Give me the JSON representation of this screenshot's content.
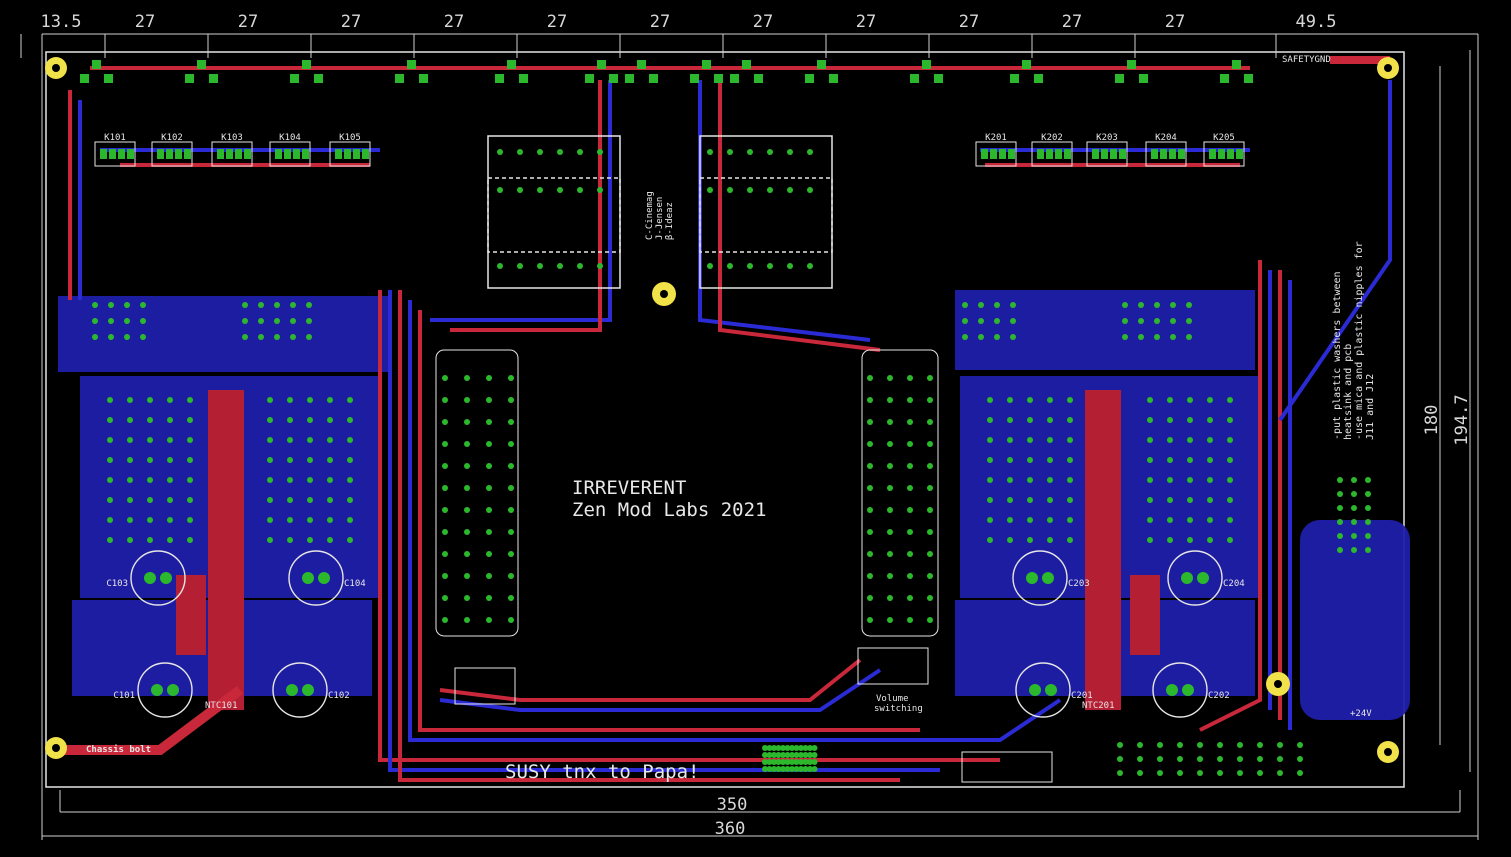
{
  "board": {
    "title_line1": "IRREVERENT",
    "title_line2": "Zen Mod Labs 2021",
    "dedication": "SUSY tnx to Papa!",
    "credits": [
      "C-Cinemag",
      "J-Jensen",
      "β-Ideaz"
    ],
    "chassis_label": "Chassis bolt",
    "volume_label": [
      "Volume",
      "switching"
    ],
    "safety_label": "SAFETYGND",
    "power_label": "+24V",
    "note_lines": [
      "-put plastic washers between",
      "heatsink and pcb",
      "-use mica and plastic nipples for",
      "J11 and J12"
    ]
  },
  "dimensions": {
    "top": [
      "13.5",
      "27",
      "27",
      "27",
      "27",
      "27",
      "27",
      "27",
      "27",
      "27",
      "27",
      "27",
      "49.5"
    ],
    "bottom_inner": "350",
    "bottom_outer": "360",
    "right_inner": "180",
    "right_outer": "194.7"
  },
  "relays": {
    "left": [
      "K101",
      "K102",
      "K103",
      "K104",
      "K105"
    ],
    "right": [
      "K201",
      "K202",
      "K203",
      "K204",
      "K205"
    ]
  },
  "caps": {
    "left": [
      "C103",
      "C104",
      "C101",
      "C102"
    ],
    "right": [
      "C203",
      "C204",
      "C201",
      "C202"
    ]
  },
  "ntc": [
    "NTC101",
    "NTC201"
  ],
  "colors": {
    "background": "#000000",
    "top_copper": "#c8283a",
    "bottom_copper": "#2b2bd6",
    "pad": "#2cb82c",
    "silkscreen": "#e6e6e6",
    "mount": "#f2e24a"
  }
}
